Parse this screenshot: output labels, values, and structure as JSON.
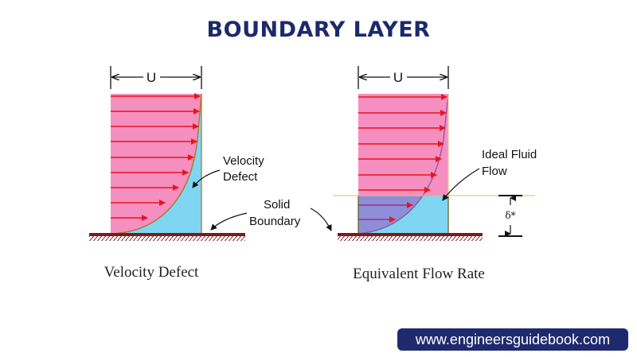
{
  "title": "BOUNDARY LAYER",
  "left_diagram": {
    "u_label": "U",
    "defect_label_line1": "Velocity",
    "defect_label_line2": "Defect",
    "solid_label_line1": "Solid",
    "solid_label_line2": "Boundary",
    "caption": "Velocity Defect"
  },
  "right_diagram": {
    "u_label": "U",
    "ideal_label_line1": "Ideal Fluid",
    "ideal_label_line2": "Flow",
    "delta_label": "δ*",
    "caption": "Equivalent Flow Rate"
  },
  "website": "www.engineersguidebook.com",
  "colors": {
    "title": "#1b2a6b",
    "arrow": "#e8141e",
    "profile_fill": "#f58fbf",
    "defect_fill": "#7fd6f2",
    "curve": "#b07a28",
    "ground": "#7a1a1a",
    "badge": "#1f2a6e"
  }
}
